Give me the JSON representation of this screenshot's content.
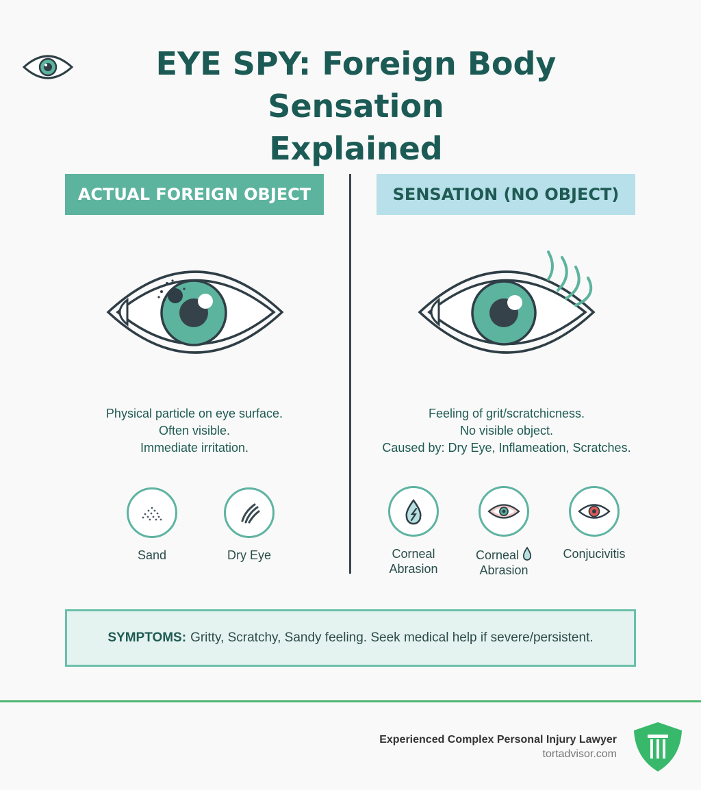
{
  "title": {
    "line1": "EYE SPY: Foreign Body Sensation",
    "line2": "Explained"
  },
  "left": {
    "header": "ACTUAL FOREIGN OBJECT",
    "description": [
      "Physical particle on eye surface.",
      "Often visible.",
      "Immediate irritation."
    ],
    "items": [
      {
        "label": "Sand",
        "icon": "sand-icon"
      },
      {
        "label": "Dry Eye",
        "icon": "eyelash-icon"
      }
    ]
  },
  "right": {
    "header": "SENSATION (NO OBJECT)",
    "description": [
      "Feeling of grit/scratchicness.",
      "No visible object.",
      "Caused by: Dry Eye, Inflameation, Scratches."
    ],
    "items": [
      {
        "label_line1": "Corneal",
        "label_line2": "Abrasion",
        "icon": "water-drop-icon"
      },
      {
        "label_line1": "Corneal",
        "label_line2": "Abrasion",
        "icon": "eye-icon"
      },
      {
        "label_line1": "Conjucivitis",
        "label_line2": "",
        "icon": "red-eye-icon"
      }
    ]
  },
  "symptoms": {
    "label": "SYMPTOMS:",
    "text": "Gritty, Scratchy, Sandy feeling. Seek medical help if severe/persistent."
  },
  "footer": {
    "title": "Experienced Complex Personal Injury Lawyer",
    "site": "tortadvisor.com"
  },
  "colors": {
    "teal": "#5cb39e",
    "dark_teal": "#1c5b55",
    "light_blue": "#b7e0ea",
    "green": "#4cb56e"
  }
}
